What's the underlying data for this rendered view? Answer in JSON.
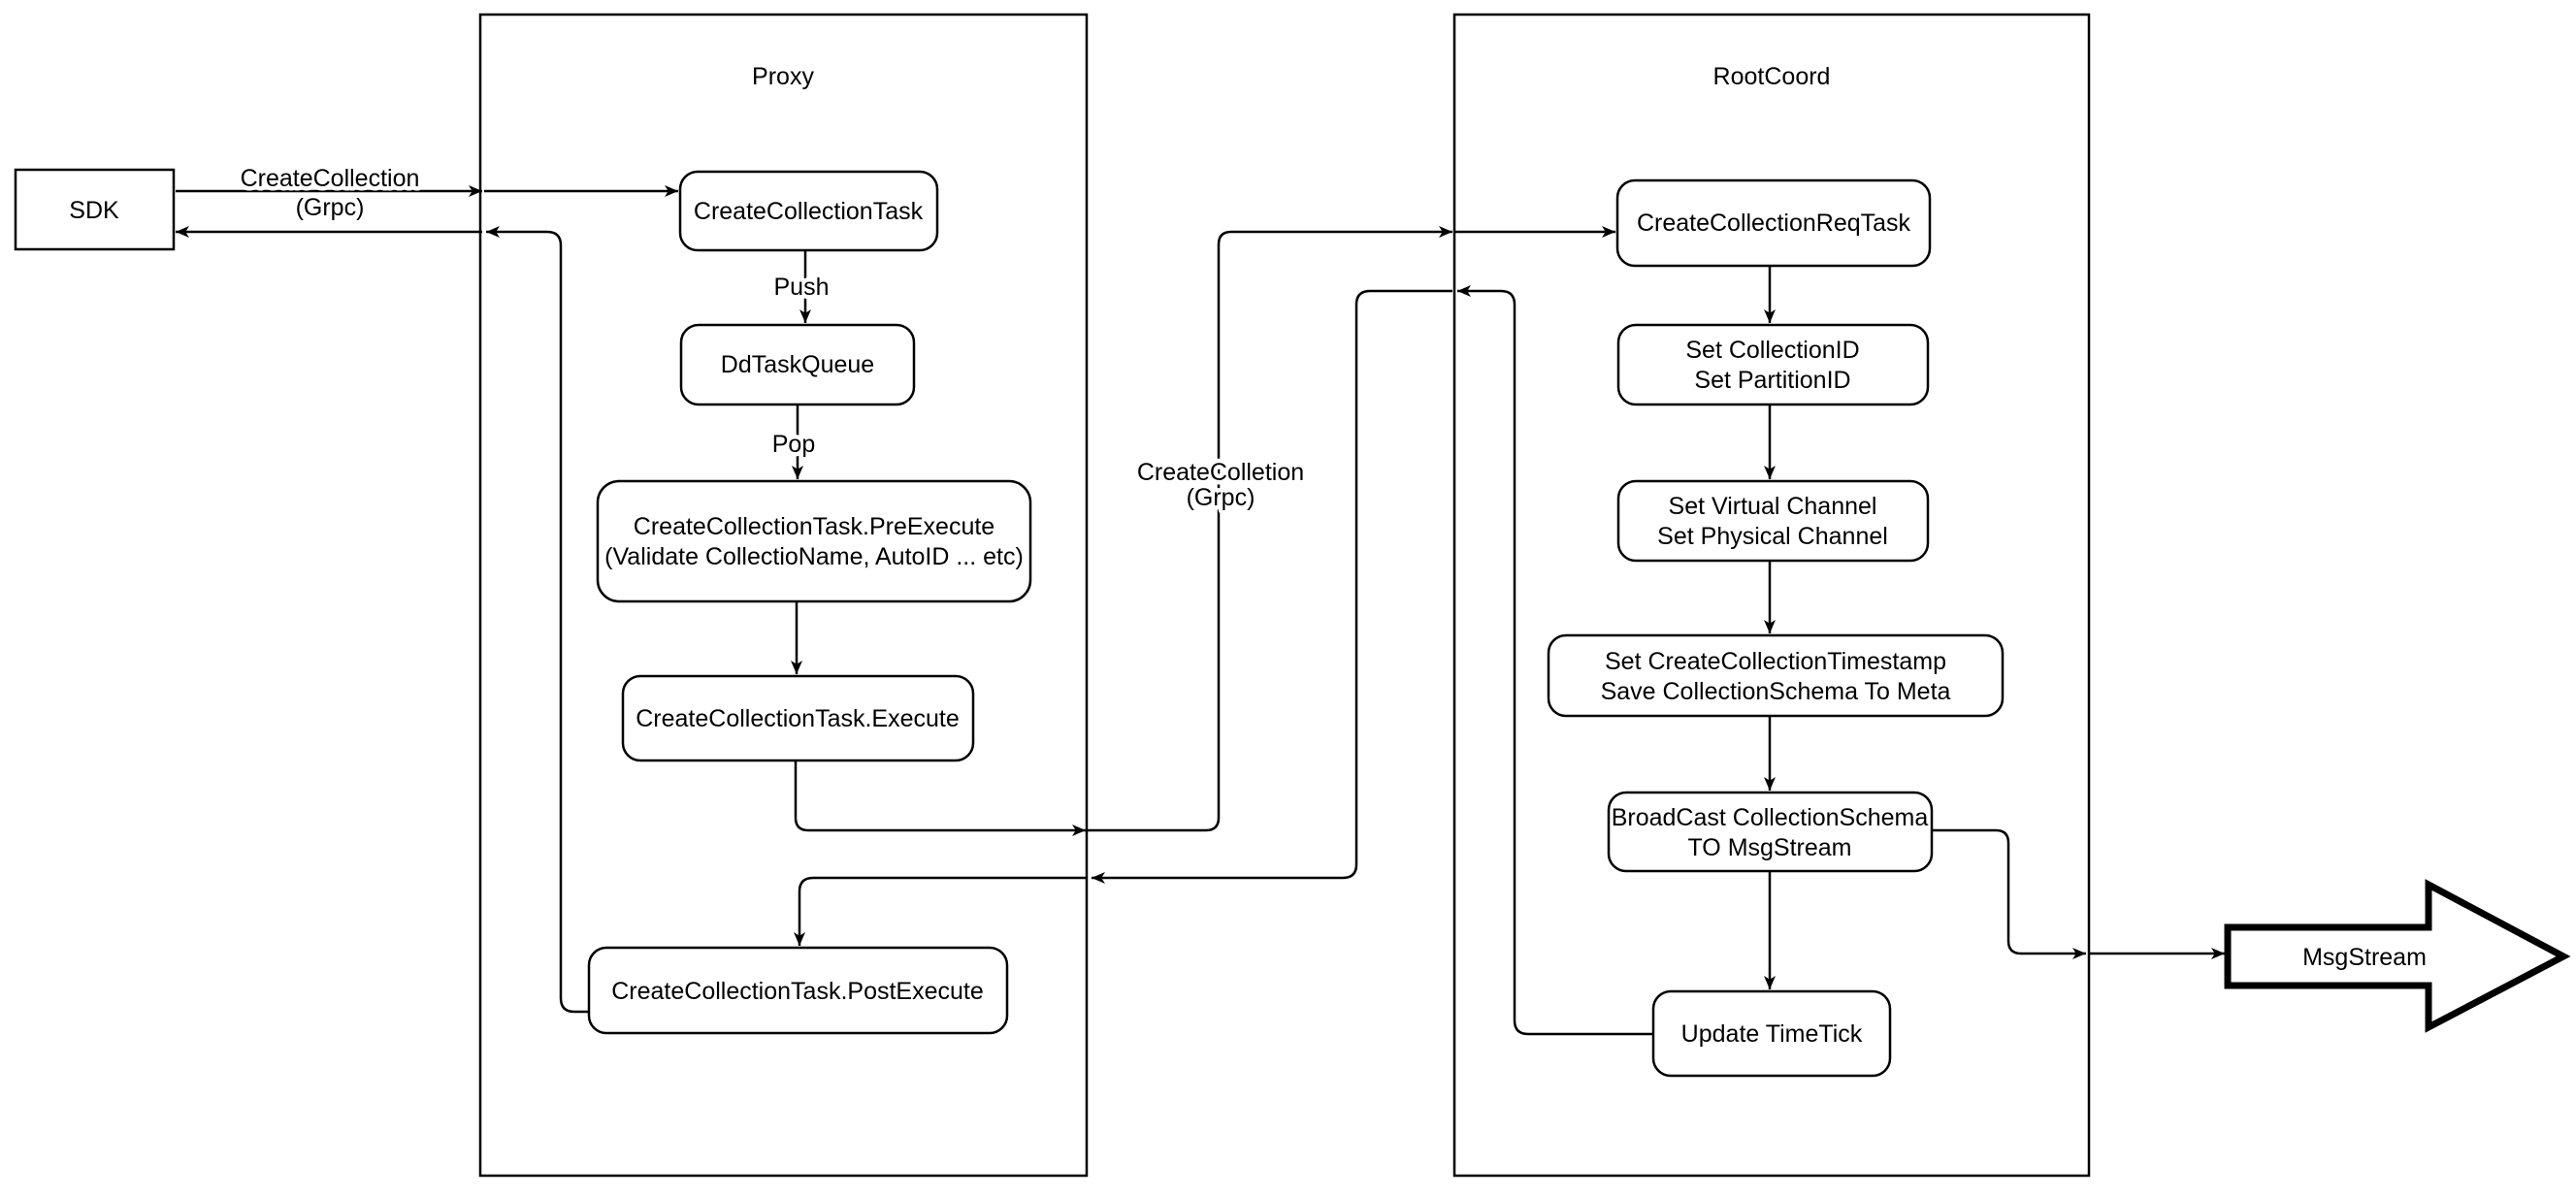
{
  "diagram": {
    "colors": {
      "stroke": "#000000",
      "background": "#ffffff"
    },
    "containers": {
      "proxy": {
        "title": "Proxy"
      },
      "rootcoord": {
        "title": "RootCoord"
      }
    },
    "nodes": {
      "sdk": {
        "label": "SDK"
      },
      "create_collection_task": {
        "label": "CreateCollectionTask"
      },
      "dd_task_queue": {
        "label": "DdTaskQueue"
      },
      "pre_execute": {
        "line1": "CreateCollectionTask.PreExecute",
        "line2": "(Validate CollectioName, AutoID ... etc)"
      },
      "execute": {
        "label": "CreateCollectionTask.Execute"
      },
      "post_execute": {
        "label": "CreateCollectionTask.PostExecute"
      },
      "create_collection_req_task": {
        "label": "CreateCollectionReqTask"
      },
      "set_ids": {
        "line1": "Set CollectionID",
        "line2": "Set PartitionID"
      },
      "set_channels": {
        "line1": "Set Virtual Channel",
        "line2": "Set Physical Channel"
      },
      "set_timestamp": {
        "line1": "Set CreateCollectionTimestamp",
        "line2": "Save CollectionSchema To Meta"
      },
      "broadcast": {
        "line1": "BroadCast CollectionSchema",
        "line2": "TO MsgStream"
      },
      "update_timetick": {
        "label": "Update TimeTick"
      },
      "msgstream": {
        "label": "MsgStream"
      }
    },
    "edge_labels": {
      "sdk_grpc": {
        "line1": "CreateCollection",
        "line2": "(Grpc)"
      },
      "push": {
        "label": "Push"
      },
      "pop": {
        "label": "Pop"
      },
      "proxy_grpc": {
        "line1": "CreateColletion",
        "line2": "(Grpc)"
      }
    }
  }
}
